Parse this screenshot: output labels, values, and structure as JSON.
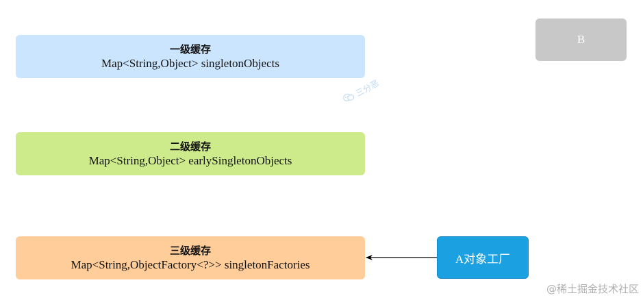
{
  "caches": {
    "level1": {
      "title": "一级缓存",
      "type": "Map<String,Object> singletonObjects",
      "color": "#cce5ff"
    },
    "level2": {
      "title": "二级缓存",
      "type": "Map<String,Object> earlySingletonObjects",
      "color": "#cdeb8b"
    },
    "level3": {
      "title": "三级缓存",
      "type": "Map<String,ObjectFactory<?>> singletonFactories",
      "color": "#ffcd99"
    }
  },
  "nodes": {
    "b": {
      "label": "B",
      "color": "#c8c8c8"
    },
    "a_factory": {
      "label": "A对象工厂",
      "color": "#1ba1e2"
    }
  },
  "edges": [
    {
      "from": "A对象工厂",
      "to": "三级缓存"
    }
  ],
  "watermarks": {
    "wechat": {
      "text": "三分恶",
      "icon": "wechat-icon"
    },
    "site": "@稀土掘金技术社区"
  }
}
